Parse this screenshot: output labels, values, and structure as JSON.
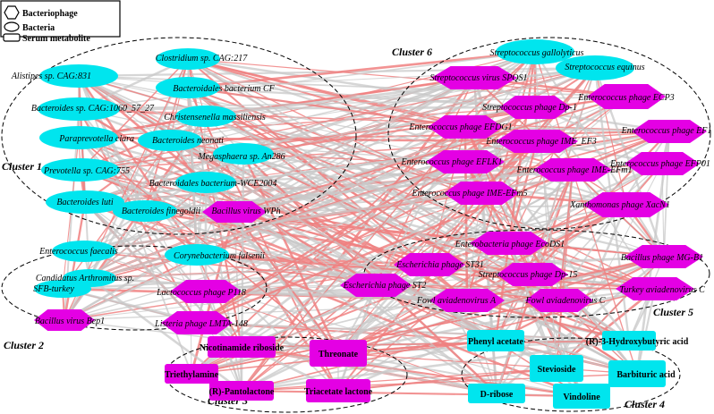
{
  "legend": {
    "items": [
      {
        "shape": "hexagon",
        "label": "Bacteriophage"
      },
      {
        "shape": "ellipse",
        "label": "Bacteria"
      },
      {
        "shape": "rect",
        "label": "Serum metabolite"
      }
    ]
  },
  "colors": {
    "bacteria": "#00e5ee",
    "phage": "#e400e4",
    "metabolite_magenta": "#e400e4",
    "metabolite_cyan": "#00e5ee",
    "edge_positive": "#f08080",
    "edge_negative": "#c8c8c8"
  },
  "clusters": [
    {
      "id": "c1",
      "label": "Cluster 1"
    },
    {
      "id": "c2",
      "label": "Cluster 2"
    },
    {
      "id": "c3",
      "label": "Cluster 3"
    },
    {
      "id": "c4",
      "label": "Cluster 4"
    },
    {
      "id": "c5",
      "label": "Cluster 5"
    },
    {
      "id": "c6",
      "label": "Cluster 6"
    }
  ],
  "nodes": [
    {
      "id": "n1",
      "label": "Clostridium sp. CAG:217",
      "type": "bacteria"
    },
    {
      "id": "n2",
      "label": "Alistipes sp. CAG:831",
      "type": "bacteria"
    },
    {
      "id": "n3",
      "label": "Bacteroidales bacterium CF",
      "type": "bacteria"
    },
    {
      "id": "n4",
      "label": "Bacteroides sp. CAG:1060_57_27",
      "type": "bacteria"
    },
    {
      "id": "n5",
      "label": "Christensenella massiliensis",
      "type": "bacteria"
    },
    {
      "id": "n6",
      "label": "Paraprevotella clara",
      "type": "bacteria"
    },
    {
      "id": "n7",
      "label": "Bacteroides neonati",
      "type": "bacteria"
    },
    {
      "id": "n8",
      "label": "Megasphaera sp. An286",
      "type": "bacteria"
    },
    {
      "id": "n9",
      "label": "Prevotella sp. CAG:755",
      "type": "bacteria"
    },
    {
      "id": "n10",
      "label": "Bacteroidales bacterium-WCE2004",
      "type": "bacteria"
    },
    {
      "id": "n11",
      "label": "Bacteroides luti",
      "type": "bacteria"
    },
    {
      "id": "n12",
      "label": "Bacteroides finegoldii",
      "type": "bacteria"
    },
    {
      "id": "n13",
      "label": "Bacillus virus WPh",
      "type": "phage"
    },
    {
      "id": "n14",
      "label": "Enterococcus faecalis",
      "type": "bacteria"
    },
    {
      "id": "n15",
      "label": "Corynebacterium falsenii",
      "type": "bacteria"
    },
    {
      "id": "n16",
      "label": "Candidatus Arthromitus sp.",
      "type": "bacteria"
    },
    {
      "id": "n17",
      "label": "SFB-turkey",
      "type": "bacteria"
    },
    {
      "id": "n18",
      "label": "Lactococcus phage P118",
      "type": "phage"
    },
    {
      "id": "n19",
      "label": "Bacillus virus Bep1",
      "type": "phage"
    },
    {
      "id": "n20",
      "label": "Listeria phage LMTA-148",
      "type": "phage"
    },
    {
      "id": "n21",
      "label": "Streptococcus gallolyticus",
      "type": "bacteria"
    },
    {
      "id": "n22",
      "label": "Streptococcus virus SPQS1",
      "type": "phage"
    },
    {
      "id": "n23",
      "label": "Streptococcus equinus",
      "type": "bacteria"
    },
    {
      "id": "n24",
      "label": "Streptococcus phage Dp-1",
      "type": "phage"
    },
    {
      "id": "n25",
      "label": "Enterococcus phage ECP3",
      "type": "phage"
    },
    {
      "id": "n26",
      "label": "Enterococcus phage EFDG1",
      "type": "phage"
    },
    {
      "id": "n27",
      "label": "Enterococcus phage EF1",
      "type": "phage"
    },
    {
      "id": "n28",
      "label": "Enterococcus phage IME_EF3",
      "type": "phage"
    },
    {
      "id": "n29",
      "label": "Enterococcus phage EFLK1",
      "type": "phage"
    },
    {
      "id": "n30",
      "label": "Enterococcus phage IME-EFm1",
      "type": "phage"
    },
    {
      "id": "n31",
      "label": "Enterococcus phage EFP01",
      "type": "phage"
    },
    {
      "id": "n32",
      "label": "Enterococcus phage IME-EFm5",
      "type": "phage"
    },
    {
      "id": "n33",
      "label": "Xanthomonas phage XacN1",
      "type": "phage"
    },
    {
      "id": "n34",
      "label": "Enterobacteria phage EcoDS1",
      "type": "phage"
    },
    {
      "id": "n35",
      "label": "Escherichia phage ST31",
      "type": "phage"
    },
    {
      "id": "n36",
      "label": "Bacillus phage MG-B1",
      "type": "phage"
    },
    {
      "id": "n37",
      "label": "Streptococcus phage Dp-15",
      "type": "phage"
    },
    {
      "id": "n38",
      "label": "Escherichia phage ST2",
      "type": "phage"
    },
    {
      "id": "n39",
      "label": "Turkey aviadenovirus C",
      "type": "phage"
    },
    {
      "id": "n40",
      "label": "Fowl aviadenovirus A",
      "type": "phage"
    },
    {
      "id": "n41",
      "label": "Fowl aviadenovirus C",
      "type": "phage"
    },
    {
      "id": "m1",
      "label": "Nicotinamide riboside",
      "type": "metabolite",
      "color": "magenta"
    },
    {
      "id": "m2",
      "label": "Threonate",
      "type": "metabolite",
      "color": "magenta"
    },
    {
      "id": "m3",
      "label": "Triethylamine",
      "type": "metabolite",
      "color": "magenta"
    },
    {
      "id": "m4",
      "label": "(R)-Pantolactone",
      "type": "metabolite",
      "color": "magenta"
    },
    {
      "id": "m5",
      "label": "Triacetate lactone",
      "type": "metabolite",
      "color": "magenta"
    },
    {
      "id": "m6",
      "label": "Phenyl acetate",
      "type": "metabolite",
      "color": "cyan"
    },
    {
      "id": "m7",
      "label": "(R)-3-Hydroxybutyric acid",
      "type": "metabolite",
      "color": "cyan"
    },
    {
      "id": "m8",
      "label": "Stevioside",
      "type": "metabolite",
      "color": "cyan"
    },
    {
      "id": "m9",
      "label": "Barbituric acid",
      "type": "metabolite",
      "color": "cyan"
    },
    {
      "id": "m10",
      "label": "D-ribose",
      "type": "metabolite",
      "color": "cyan"
    },
    {
      "id": "m11",
      "label": "Vindoline",
      "type": "metabolite",
      "color": "cyan"
    }
  ]
}
